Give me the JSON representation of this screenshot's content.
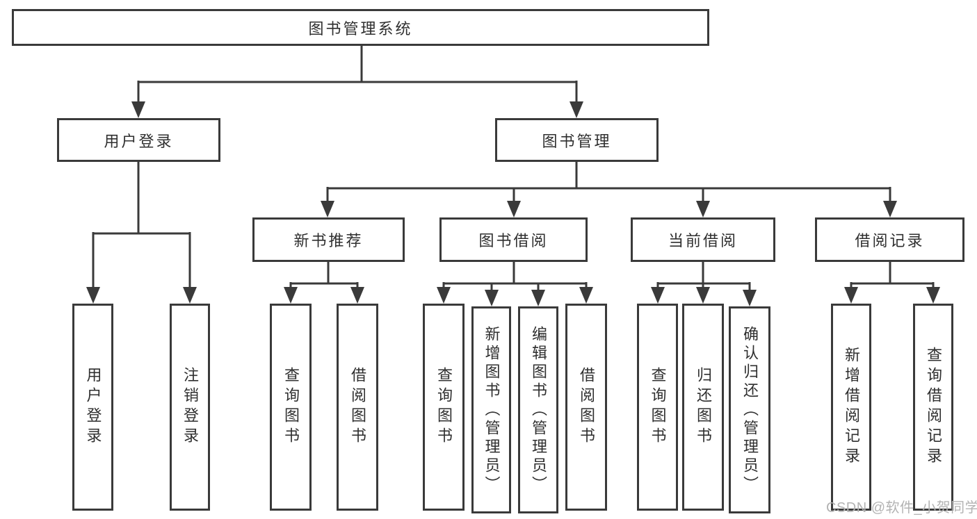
{
  "colors": {
    "line": "#3a3a3a",
    "text": "#2f2f2f",
    "watermark": "#b3b3b3",
    "background": "#ffffff"
  },
  "tree": {
    "root": "图书管理系统",
    "children": [
      {
        "label": "用户登录",
        "children": [
          {
            "label": "用户登录"
          },
          {
            "label": "注销登录"
          }
        ]
      },
      {
        "label": "图书管理",
        "children": [
          {
            "label": "新书推荐",
            "children": [
              {
                "label": "查询图书"
              },
              {
                "label": "借阅图书"
              }
            ]
          },
          {
            "label": "图书借阅",
            "children": [
              {
                "label": "查询图书"
              },
              {
                "label": "新增图书（管理员）"
              },
              {
                "label": "编辑图书（管理员）"
              },
              {
                "label": "借阅图书"
              }
            ]
          },
          {
            "label": "当前借阅",
            "children": [
              {
                "label": "查询图书"
              },
              {
                "label": "归还图书"
              },
              {
                "label": "确认归还（管理员）"
              }
            ]
          },
          {
            "label": "借阅记录",
            "children": [
              {
                "label": "新增借阅记录"
              },
              {
                "label": "查询借阅记录"
              }
            ]
          }
        ]
      }
    ]
  },
  "watermark": "CSDN @软件_小贺同学"
}
